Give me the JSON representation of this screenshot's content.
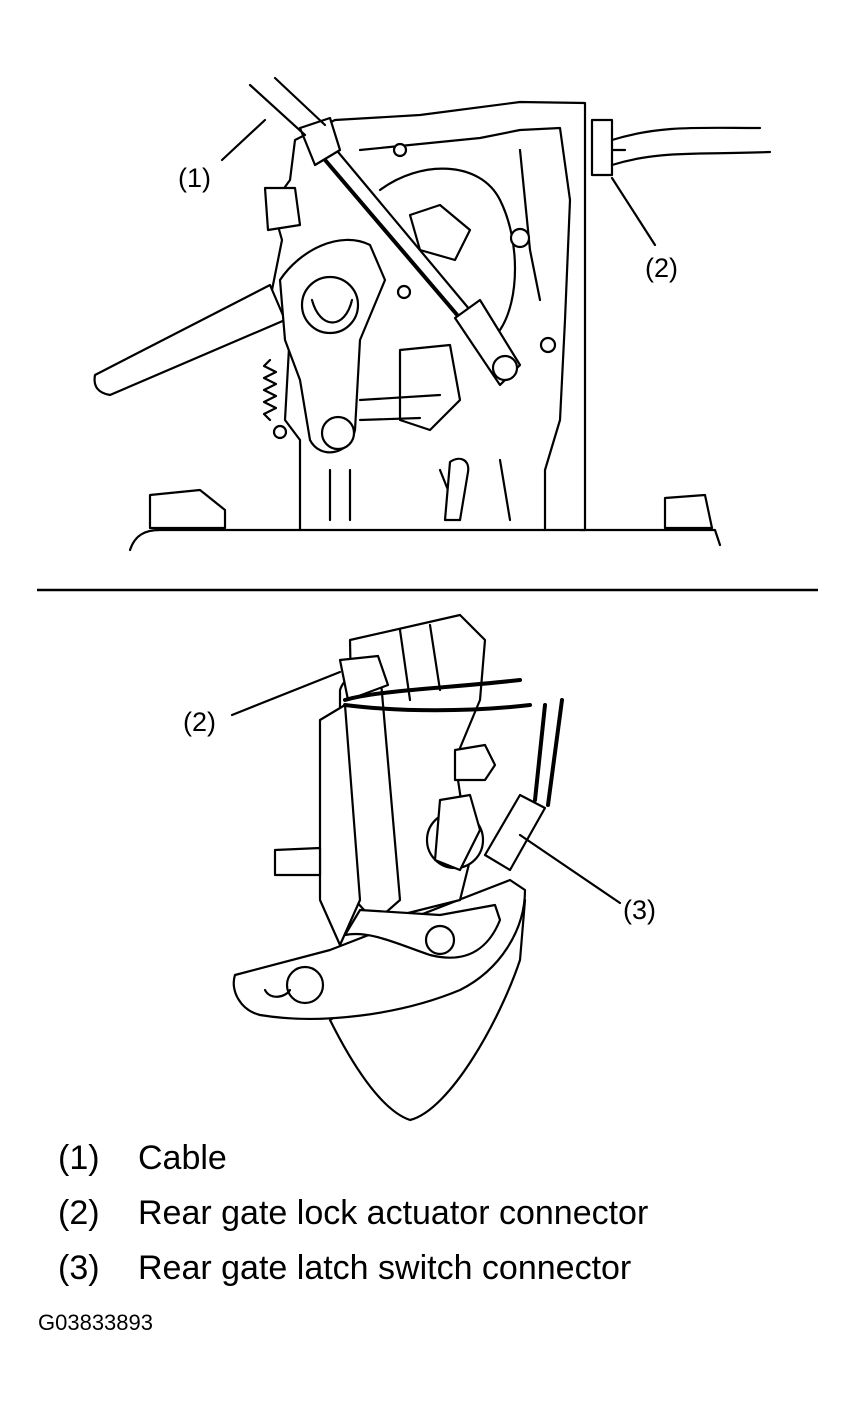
{
  "callouts": {
    "top_cable": "(1)",
    "top_actuator_connector": "(2)",
    "bottom_actuator_connector": "(2)",
    "bottom_latch_switch_connector": "(3)"
  },
  "legend": [
    {
      "number": "(1)",
      "text": "Cable"
    },
    {
      "number": "(2)",
      "text": "Rear gate lock actuator connector"
    },
    {
      "number": "(3)",
      "text": "Rear gate latch switch connector"
    }
  ],
  "figure_id": "G03833893"
}
